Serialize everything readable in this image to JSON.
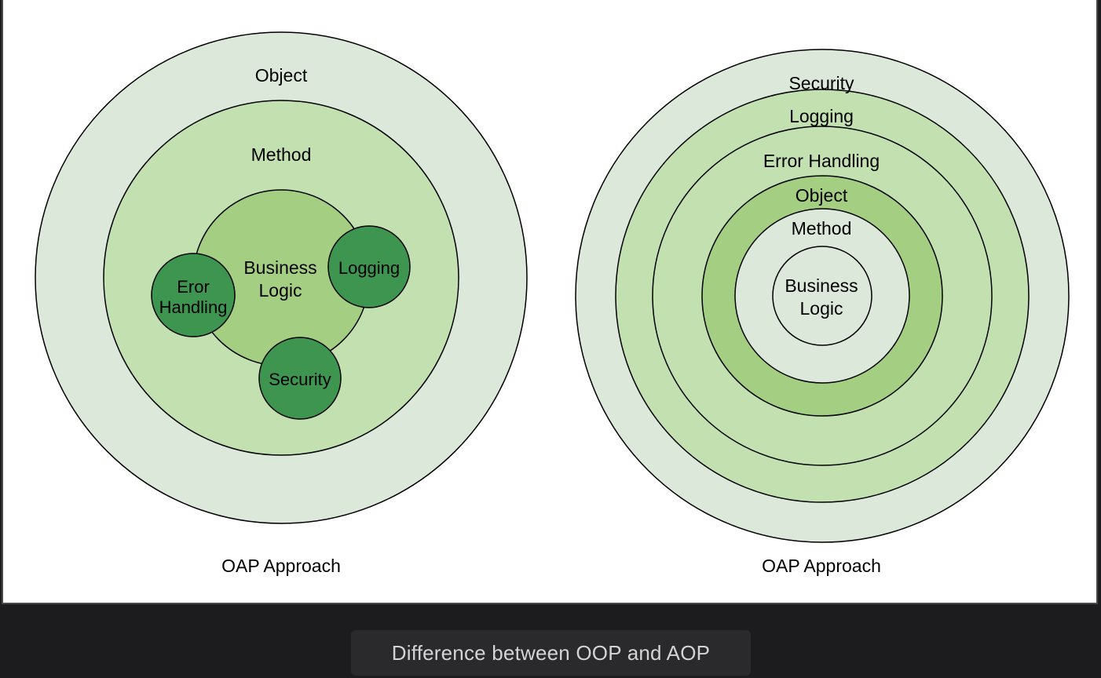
{
  "colors": {
    "outer_ring": "#dbe8da",
    "mid_ring": "#c3e0b0",
    "inner_ring": "#a4cf82",
    "aspect_circle": "#3e9550",
    "stroke": "#000000",
    "caption_bg": "#2a2a2d",
    "caption_text": "#d4d4d6"
  },
  "left_diagram": {
    "object_label": "Object",
    "method_label": "Method",
    "business_logic_line1": "Business",
    "business_logic_line2": "Logic",
    "error_handling_line1": "Eror",
    "error_handling_line2": "Handling",
    "logging_label": "Logging",
    "security_label": "Security",
    "approach_label": "OAP Approach"
  },
  "right_diagram": {
    "security_label": "Security",
    "logging_label": "Logging",
    "error_handling_label": "Error Handling",
    "object_label": "Object",
    "method_label": "Method",
    "business_logic_line1": "Business",
    "business_logic_line2": "Logic",
    "approach_label": "OAP Approach"
  },
  "caption": "Difference between OOP and AOP"
}
